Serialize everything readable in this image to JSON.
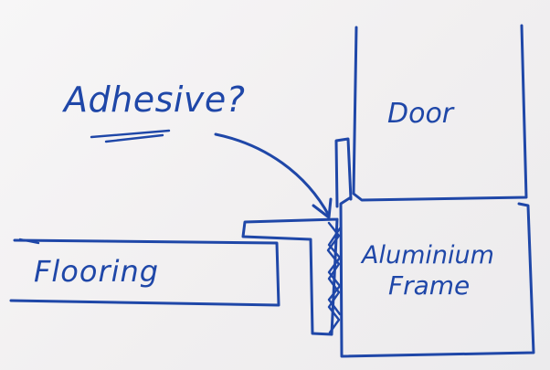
{
  "labels": {
    "adhesive": "Adhesive?",
    "door": "Door",
    "flooring": "Flooring",
    "frame_line1": "Aluminium",
    "frame_line2": "Frame"
  },
  "colors": {
    "ink": "#1f47a8",
    "paper": "#f4f2f3"
  }
}
